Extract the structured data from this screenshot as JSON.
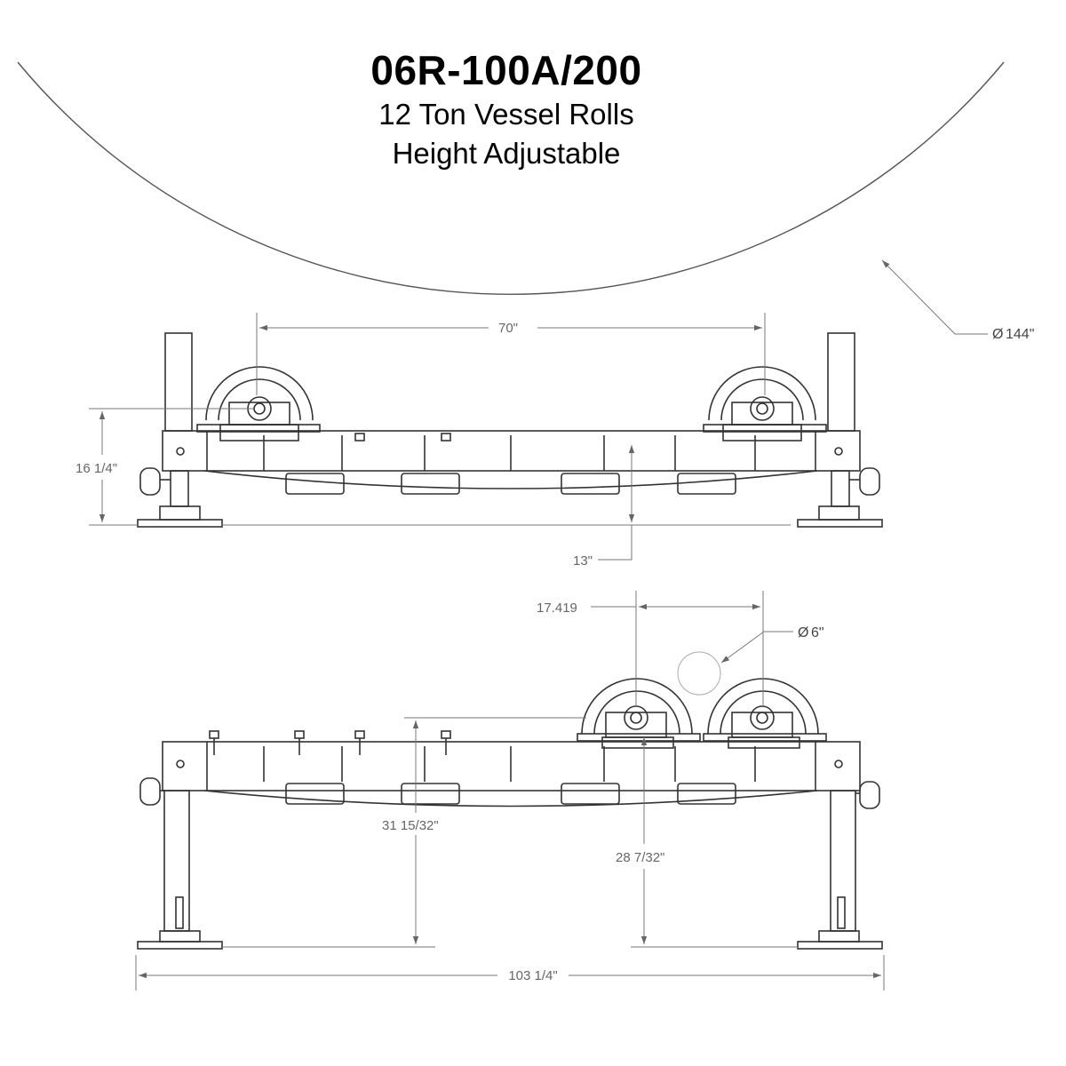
{
  "header": {
    "model": "06R-100A/200",
    "subtitle": "12 Ton Vessel Rolls",
    "subtitle2": "Height Adjustable"
  },
  "dimensions": {
    "roll_spacing": "70\"",
    "vessel_diameter": "144\"",
    "top_height": "16 1/4\"",
    "bottom_height": "13\"",
    "hole_spacing": "17.419",
    "wheel_diameter": "6\"",
    "max_height": "31 15/32\"",
    "axle_height": "28 7/32\"",
    "overall_length": "103 1/4\""
  },
  "symbols": {
    "diameter": "Ø"
  }
}
